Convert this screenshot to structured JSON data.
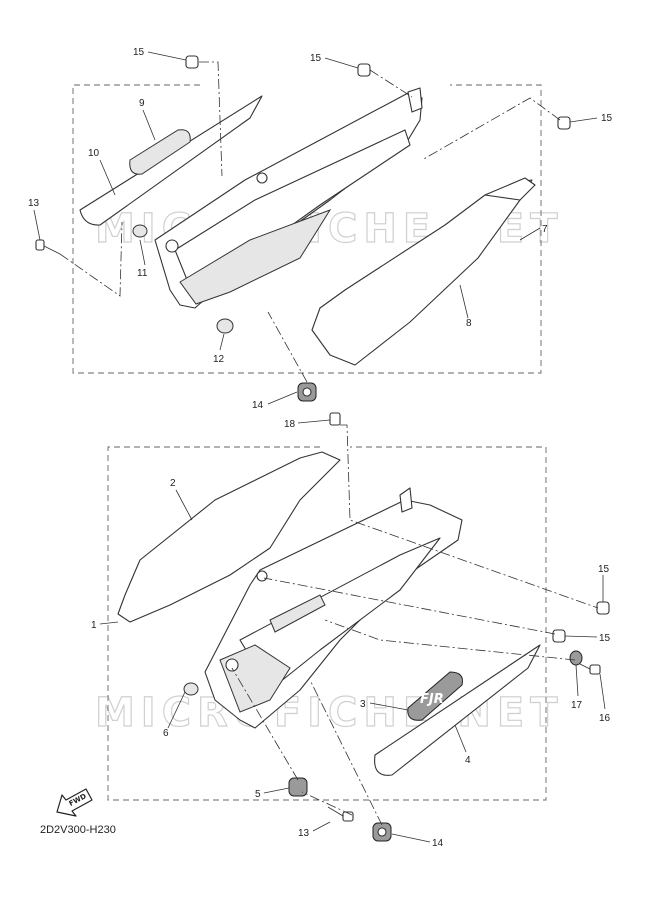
{
  "drawing_code": "2D2V300-H230",
  "watermark": "MICROFICHE.NET",
  "fwd_label": "FWD",
  "callouts": {
    "c1": "1",
    "c2": "2",
    "c3": "3",
    "c4": "4",
    "c5": "5",
    "c6": "6",
    "c7": "7",
    "c8": "8",
    "c9": "9",
    "c10": "10",
    "c11": "11",
    "c12": "12",
    "c13a": "13",
    "c13b": "13",
    "c14a": "14",
    "c14b": "14",
    "c15a": "15",
    "c15b": "15",
    "c15c": "15",
    "c15d": "15",
    "c15e": "15",
    "c16": "16",
    "c17": "17",
    "c18": "18"
  }
}
